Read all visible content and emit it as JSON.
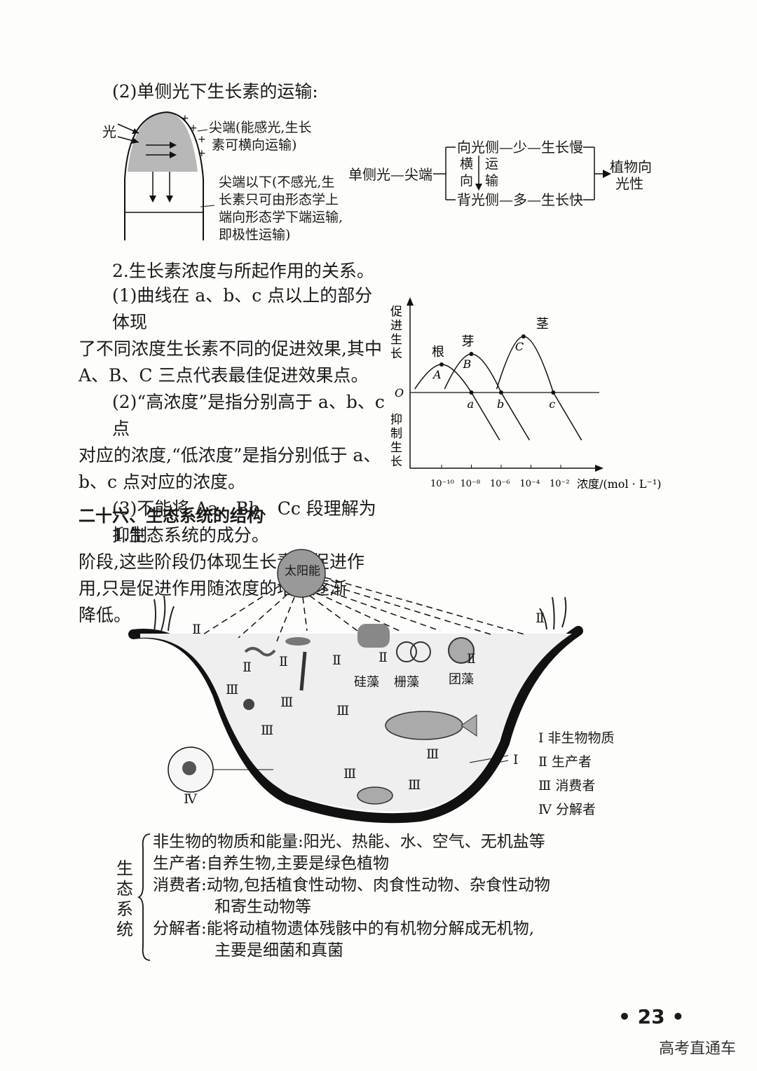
{
  "section_transport": {
    "heading": "(2)单侧光下生长素的运输:",
    "light_label": "光",
    "tip_label_1": "尖端(能感光,生长",
    "tip_label_2": "素可横向运输)",
    "below_label_1": "尖端以下(不感光,生",
    "below_label_2": "长素只可由形态学上",
    "below_label_3": "端向形态学下端运输,",
    "below_label_4": "即极性运输)",
    "flow": {
      "start": "单侧光—尖端",
      "top": "向光侧—少—生长慢",
      "bottom": "背光侧—多—生长快",
      "mid_left": [
        "横",
        "向"
      ],
      "mid_right": [
        "运",
        "输"
      ],
      "result": [
        "植物向",
        "光性"
      ]
    }
  },
  "section_concentration": {
    "heading": "2.生长素浓度与所起作用的关系。",
    "p1": [
      "(1)曲线在 a、b、c 点以上的部分体现",
      "了不同浓度生长素不同的促进效果,其中",
      "A、B、C 三点代表最佳促进效果点。"
    ],
    "p2": [
      "(2)“高浓度”是指分别高于 a、b、c 点",
      "对应的浓度,“低浓度”是指分别低于 a、",
      "b、c 点对应的浓度。"
    ],
    "p3": [
      "(3)不能将 Aa、Bb、Cc 段理解为抑制",
      "阶段,这些阶段仍体现生长素的促进作",
      "用,只是促进作用随浓度的增加逐渐",
      "降低。"
    ]
  },
  "chart_data": {
    "type": "line",
    "title": "",
    "ylabel_top": "促进生长",
    "ylabel_bottom": "抑制生长",
    "origin_label": "O",
    "xlabel": "浓度/(mol · L⁻¹)",
    "x_ticks": [
      "10⁻¹⁰",
      "10⁻⁸",
      "10⁻⁶",
      "10⁻⁴",
      "10⁻²"
    ],
    "x_scale": "log",
    "series": [
      {
        "name": "根",
        "peak_label": "A",
        "zero_label": "a",
        "peak_log10_conc": -10,
        "zero_log10_conc": -8
      },
      {
        "name": "芽",
        "peak_label": "B",
        "zero_label": "b",
        "peak_log10_conc": -8,
        "zero_log10_conc": -6
      },
      {
        "name": "茎",
        "peak_label": "C",
        "zero_label": "c",
        "peak_log10_conc": -4.5,
        "zero_log10_conc": -2.5
      }
    ]
  },
  "section_ecosystem": {
    "heading": "二十六、生态系统的结构",
    "subheading": "1.生态系统的成分。",
    "sun_label": "太阳能",
    "organism_labels": [
      "硅藻",
      "栅藻",
      "团藻"
    ],
    "roman": {
      "I": "Ⅰ",
      "II": "Ⅱ",
      "III": "Ⅲ",
      "IV": "Ⅳ"
    },
    "legend": [
      "Ⅰ 非生物物质",
      "Ⅱ 生产者",
      "Ⅲ 消费者",
      "Ⅳ 分解者"
    ],
    "summary_label": [
      "生",
      "态",
      "系",
      "统"
    ],
    "summary": [
      "非生物的物质和能量:阳光、热能、水、空气、无机盐等",
      "生产者:自养生物,主要是绿色植物",
      "消费者:动物,包括植食性动物、肉食性动物、杂食性动物",
      "和寄生动物等",
      "分解者:能将动植物遗体残骸中的有机物分解成无机物,",
      "主要是细菌和真菌"
    ]
  },
  "page_number": "• 23 •",
  "watermark": "高考直通车"
}
